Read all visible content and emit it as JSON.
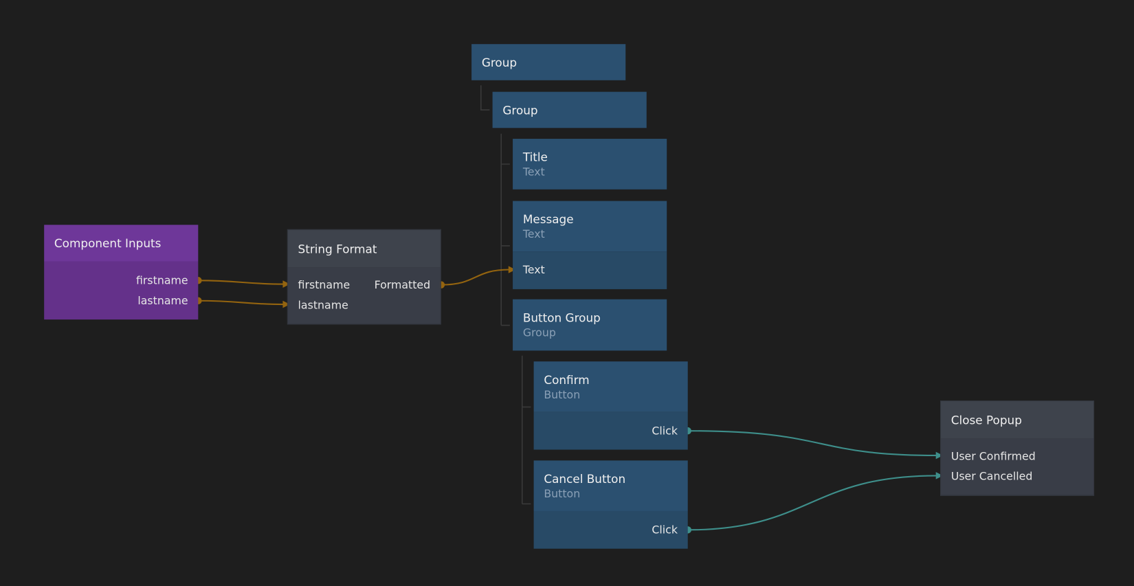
{
  "colors": {
    "background": "#1e1e1e",
    "visual_node": "#2b5070",
    "component_inputs": "#6e3799",
    "logic_node": "#3e434c",
    "data_wire": "#94640f",
    "signal_wire": "#3e8f8b"
  },
  "nodes": {
    "group_outer": {
      "title": "Group"
    },
    "group_inner": {
      "title": "Group"
    },
    "title": {
      "title": "Title",
      "type": "Text"
    },
    "message": {
      "title": "Message",
      "type": "Text",
      "inputs": [
        "Text"
      ]
    },
    "button_group": {
      "title": "Button Group",
      "type": "Group"
    },
    "confirm": {
      "title": "Confirm",
      "type": "Button",
      "outputs": [
        "Click"
      ]
    },
    "cancel": {
      "title": "Cancel Button",
      "type": "Button",
      "outputs": [
        "Click"
      ]
    },
    "component_inputs": {
      "title": "Component Inputs",
      "outputs": [
        "firstname",
        "lastname"
      ]
    },
    "string_format": {
      "title": "String Format",
      "inputs": [
        "firstname",
        "lastname"
      ],
      "outputs": [
        "Formatted"
      ]
    },
    "close_popup": {
      "title": "Close Popup",
      "inputs": [
        "User Confirmed",
        "User Cancelled"
      ]
    }
  }
}
